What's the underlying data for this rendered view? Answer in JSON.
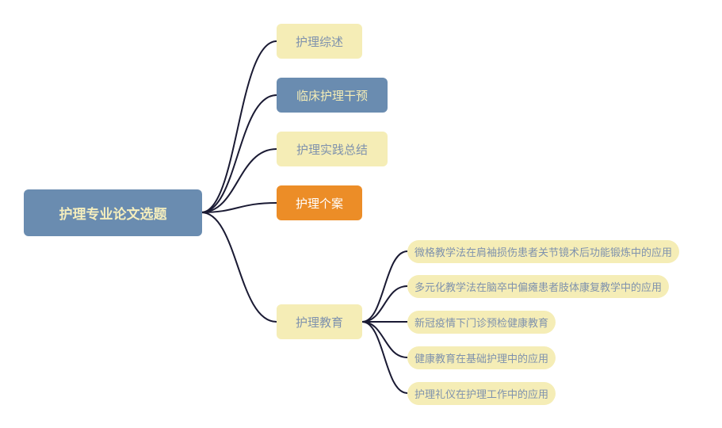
{
  "colors": {
    "root_bg": "#6a8cb0",
    "root_text": "#f5eebd",
    "node_bg": "#f5edb6",
    "node_text": "#7f92ad",
    "highlight_blue_bg": "#6a8cb0",
    "highlight_blue_text": "#f5edb6",
    "highlight_orange_bg": "#ec8d27",
    "highlight_orange_text": "#ffffff",
    "line": "#1a1a33"
  },
  "root": {
    "label": "护理专业论文选题"
  },
  "branches": [
    {
      "label": "护理综述",
      "style": "default"
    },
    {
      "label": "临床护理干预",
      "style": "blue"
    },
    {
      "label": "护理实践总结",
      "style": "default"
    },
    {
      "label": "护理个案",
      "style": "orange"
    },
    {
      "label": "护理教育",
      "style": "default",
      "children": [
        {
          "label": "微格教学法在肩袖损伤患者关节镜术后功能锻炼中的应用"
        },
        {
          "label": "多元化教学法在脑卒中偏瘫患者肢体康复教学中的应用"
        },
        {
          "label": "新冠疫情下门诊预检健康教育"
        },
        {
          "label": "健康教育在基础护理中的应用"
        },
        {
          "label": "护理礼仪在护理工作中的应用"
        }
      ]
    }
  ]
}
